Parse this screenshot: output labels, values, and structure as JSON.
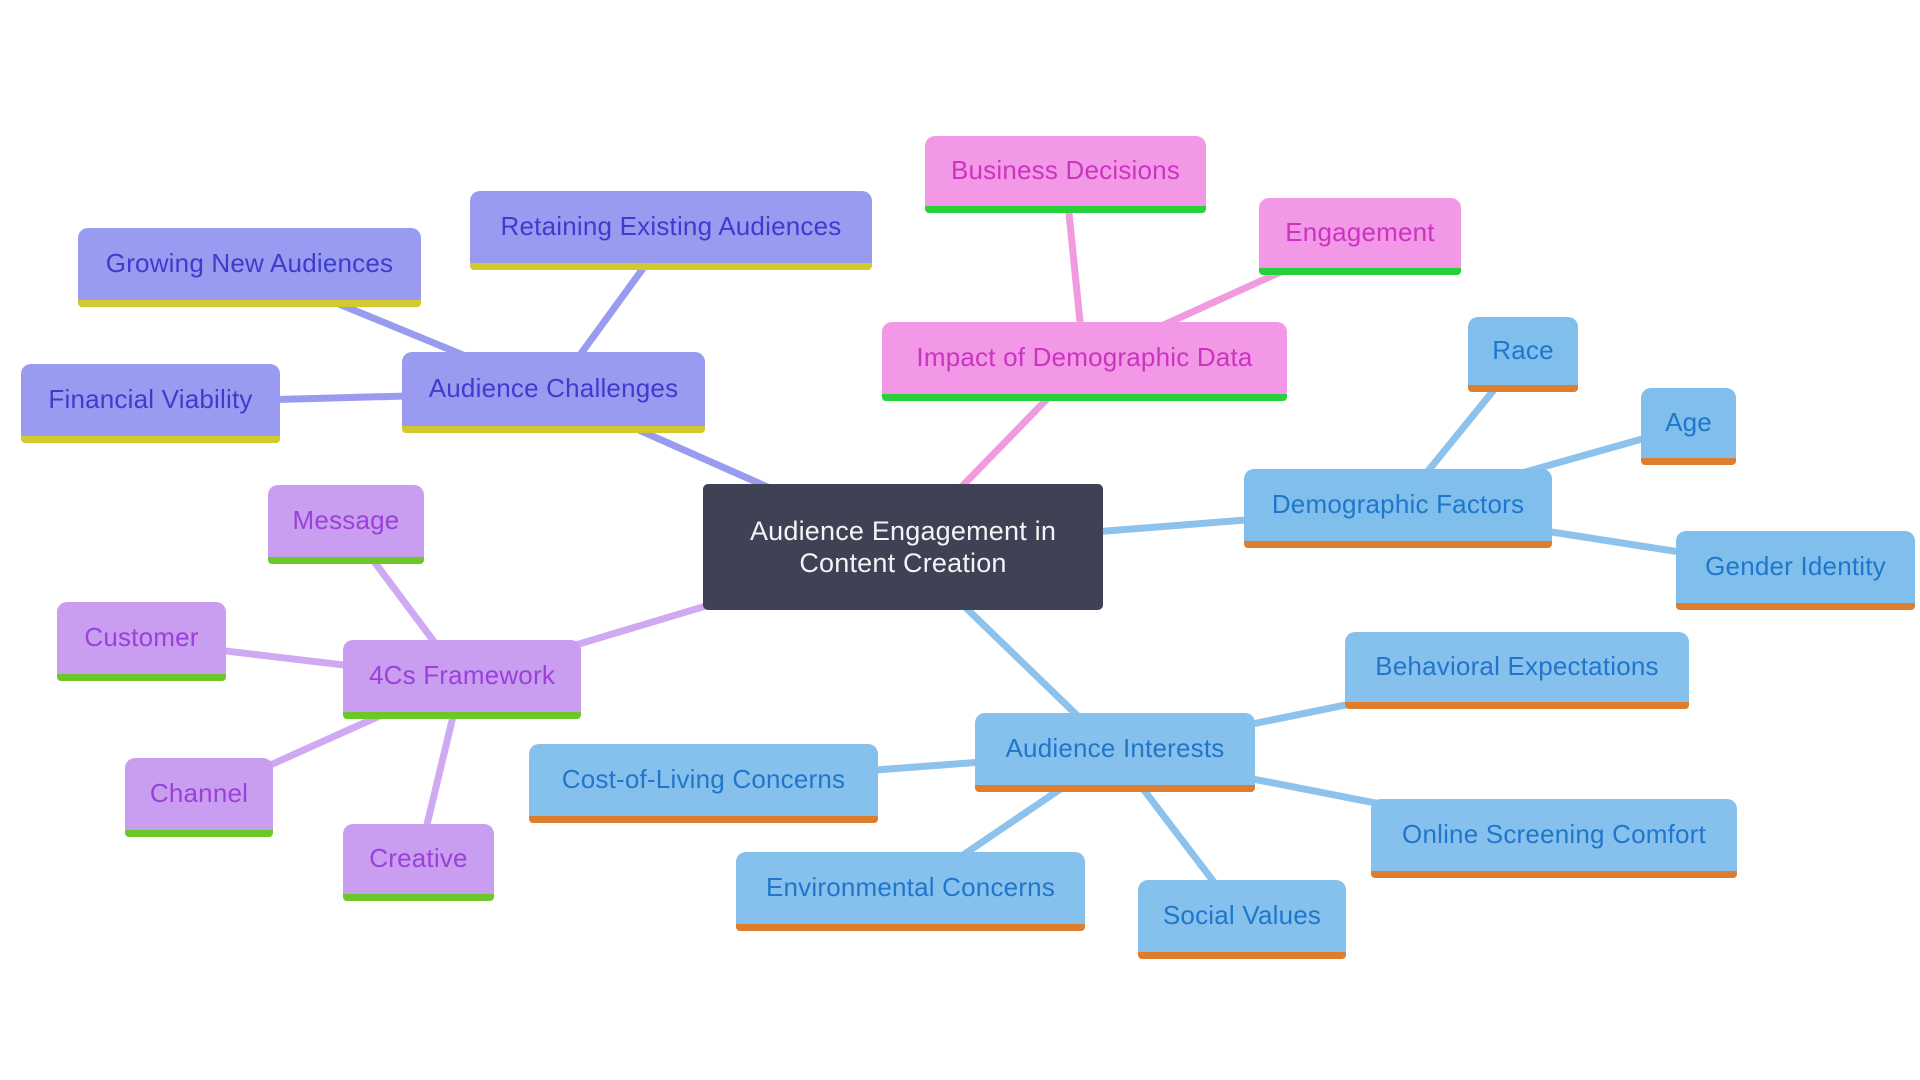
{
  "canvas": {
    "background": "#ffffff"
  },
  "central": {
    "label": "Audience Engagement in Content Creation",
    "fill": "#3f4154",
    "text_color": "#f3f4f6"
  },
  "branches": [
    {
      "label": "Audience Challenges",
      "theme": {
        "fill": "#999bf0",
        "text": "#3c3ccd",
        "underline": "#d2c92e",
        "edge": "#999bf0"
      },
      "children": [
        {
          "label": "Growing New Audiences"
        },
        {
          "label": "Retaining Existing Audiences"
        },
        {
          "label": "Financial Viability"
        }
      ]
    },
    {
      "label": "Impact of Demographic Data",
      "theme": {
        "fill": "#f398e6",
        "text": "#ca34c0",
        "underline": "#28d13c",
        "edge": "#f09ae0"
      },
      "children": [
        {
          "label": "Business Decisions"
        },
        {
          "label": "Engagement"
        }
      ]
    },
    {
      "label": "Demographic Factors",
      "theme": {
        "fill": "#80beec",
        "text": "#1f77cb",
        "underline": "#dd7e2e",
        "edge": "#8cc2ec"
      },
      "children": [
        {
          "label": "Race"
        },
        {
          "label": "Age"
        },
        {
          "label": "Gender Identity"
        }
      ]
    },
    {
      "label": "Audience Interests",
      "theme": {
        "fill": "#86c1ed",
        "text": "#2176cb",
        "underline": "#dd7e2e",
        "edge": "#8cc2ec"
      },
      "children": [
        {
          "label": "Behavioral Expectations"
        },
        {
          "label": "Cost-of-Living Concerns"
        },
        {
          "label": "Environmental Concerns"
        },
        {
          "label": "Social Values"
        },
        {
          "label": "Online Screening Comfort"
        }
      ]
    },
    {
      "label": "4Cs Framework",
      "theme": {
        "fill": "#c99ef0",
        "text": "#9b40d8",
        "underline": "#6cc829",
        "edge": "#cfa9f2"
      },
      "children": [
        {
          "label": "Message"
        },
        {
          "label": "Customer"
        },
        {
          "label": "Channel"
        },
        {
          "label": "Creative"
        }
      ]
    }
  ]
}
